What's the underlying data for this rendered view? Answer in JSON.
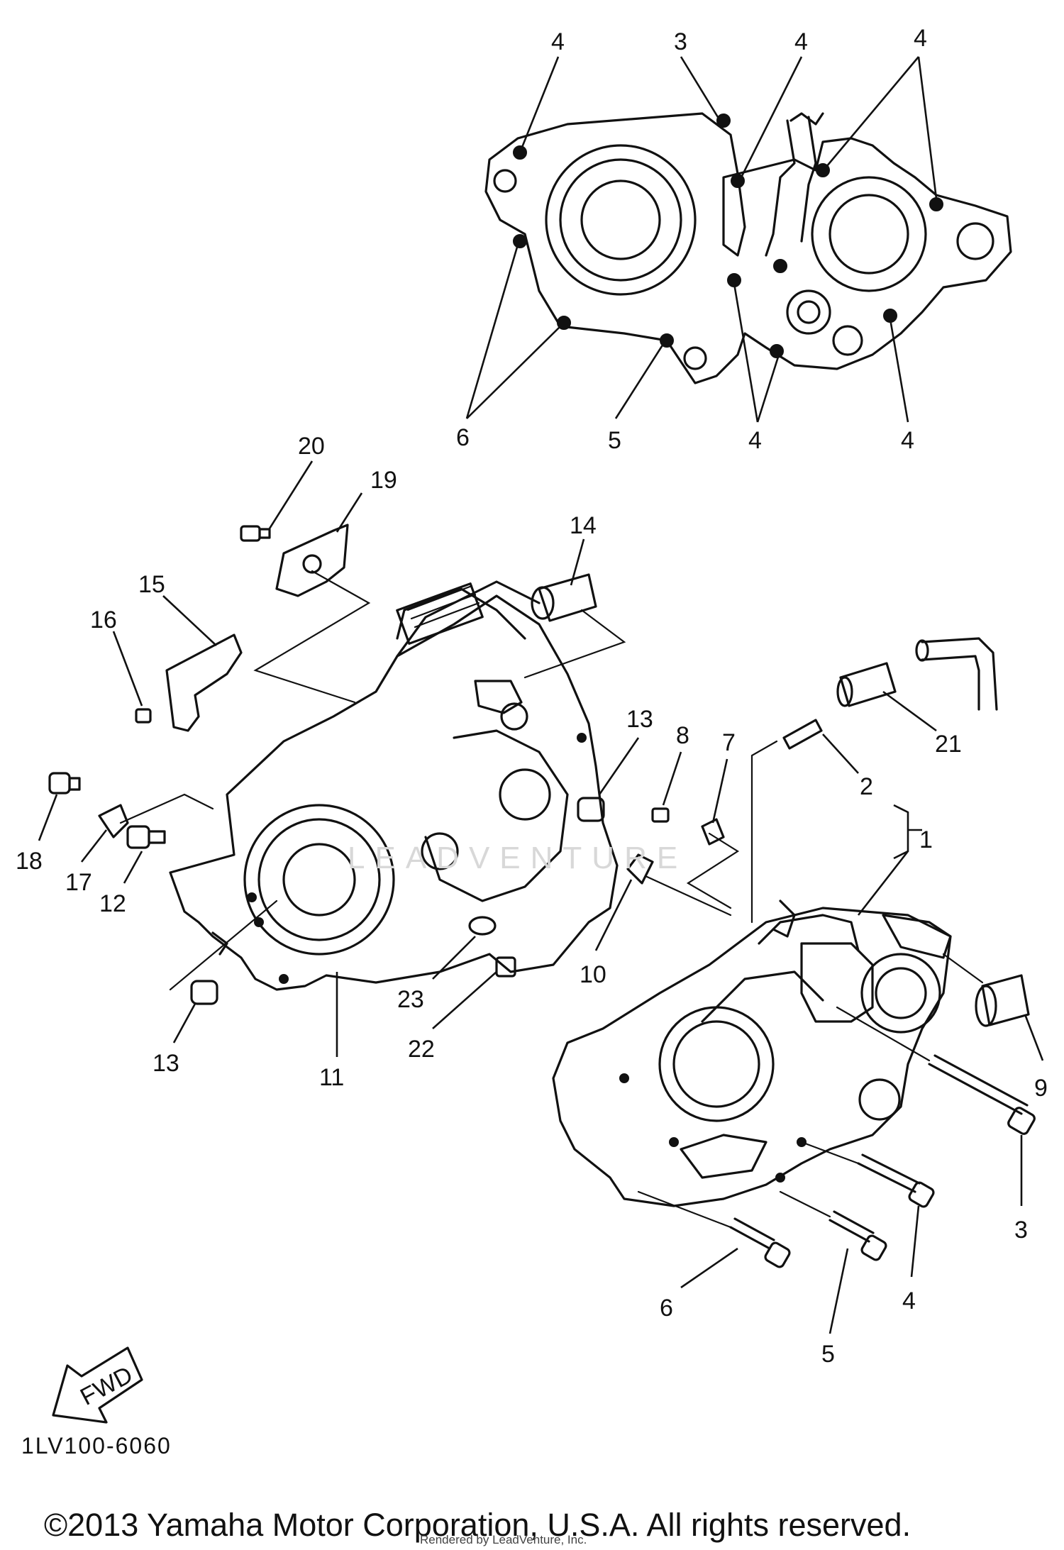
{
  "diagram": {
    "callouts": [
      {
        "id": "c-top-4a",
        "label": "4"
      },
      {
        "id": "c-top-3",
        "label": "3"
      },
      {
        "id": "c-top-4b",
        "label": "4"
      },
      {
        "id": "c-top-4c",
        "label": "4"
      },
      {
        "id": "c-top-6",
        "label": "6"
      },
      {
        "id": "c-top-5",
        "label": "5"
      },
      {
        "id": "c-top-4d",
        "label": "4"
      },
      {
        "id": "c-top-4e",
        "label": "4"
      },
      {
        "id": "c-20",
        "label": "20"
      },
      {
        "id": "c-19",
        "label": "19"
      },
      {
        "id": "c-14",
        "label": "14"
      },
      {
        "id": "c-15",
        "label": "15"
      },
      {
        "id": "c-16",
        "label": "16"
      },
      {
        "id": "c-18",
        "label": "18"
      },
      {
        "id": "c-17",
        "label": "17"
      },
      {
        "id": "c-12",
        "label": "12"
      },
      {
        "id": "c-13a",
        "label": "13"
      },
      {
        "id": "c-13b",
        "label": "13"
      },
      {
        "id": "c-11",
        "label": "11"
      },
      {
        "id": "c-23",
        "label": "23"
      },
      {
        "id": "c-22",
        "label": "22"
      },
      {
        "id": "c-8",
        "label": "8"
      },
      {
        "id": "c-7",
        "label": "7"
      },
      {
        "id": "c-2",
        "label": "2"
      },
      {
        "id": "c-21",
        "label": "21"
      },
      {
        "id": "c-1",
        "label": "1"
      },
      {
        "id": "c-10",
        "label": "10"
      },
      {
        "id": "c-9",
        "label": "9"
      },
      {
        "id": "c-3",
        "label": "3"
      },
      {
        "id": "c-6",
        "label": "6"
      },
      {
        "id": "c-4",
        "label": "4"
      },
      {
        "id": "c-5",
        "label": "5"
      }
    ],
    "fwd_label": "FWD",
    "watermark": "LEADVENTURE"
  },
  "footer": {
    "diagram_code": "1LV100-6060",
    "copyright": "©2013 Yamaha Motor Corporation, U.S.A. All rights reserved.",
    "render_credit": "Rendered by LeadVenture, Inc."
  }
}
